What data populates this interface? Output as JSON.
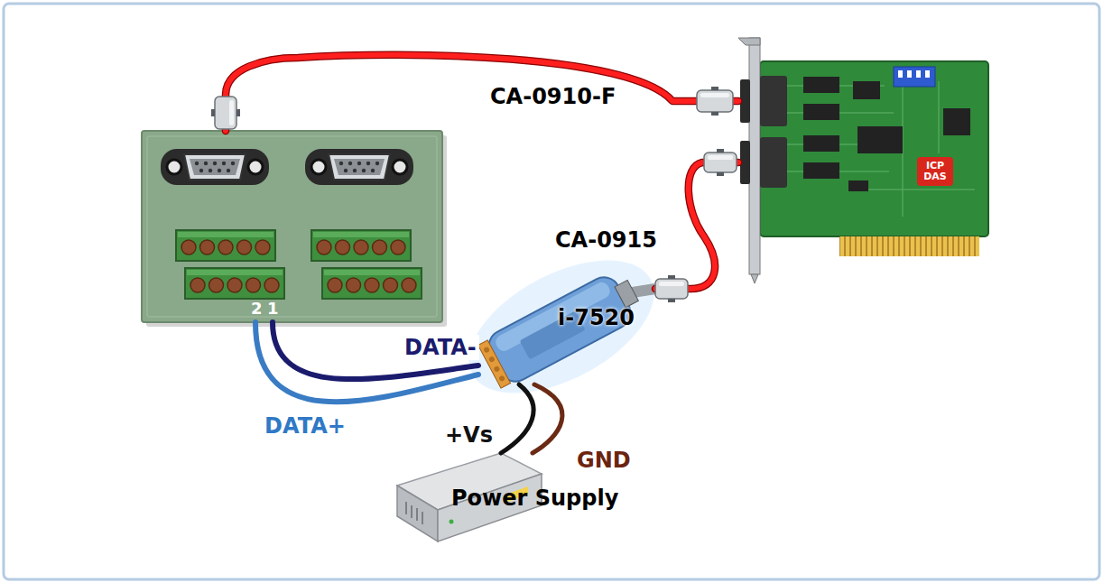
{
  "diagram": {
    "nodes": [
      {
        "text": [
          "2",
          "1"
        ]
      },
      {
        "text": [
          "ICP DAS"
        ]
      },
      {
        "text": [
          "i-7520"
        ]
      },
      {
        "text": [
          "Power Supply"
        ]
      }
    ],
    "edges": [
      {
        "from": 0,
        "to": 1,
        "label": "CA-0910-F",
        "arrow": "none"
      },
      {
        "from": 1,
        "to": 2,
        "label": "CA-0915",
        "arrow": "none"
      },
      {
        "from": 0,
        "to": 2,
        "label": "DATA-",
        "arrow": "none"
      },
      {
        "from": 0,
        "to": 2,
        "label": "DATA+",
        "arrow": "none"
      },
      {
        "from": 2,
        "to": 3,
        "label": "+Vs",
        "arrow": "none"
      },
      {
        "from": 2,
        "to": 3,
        "label": "GND",
        "arrow": "none"
      }
    ]
  }
}
